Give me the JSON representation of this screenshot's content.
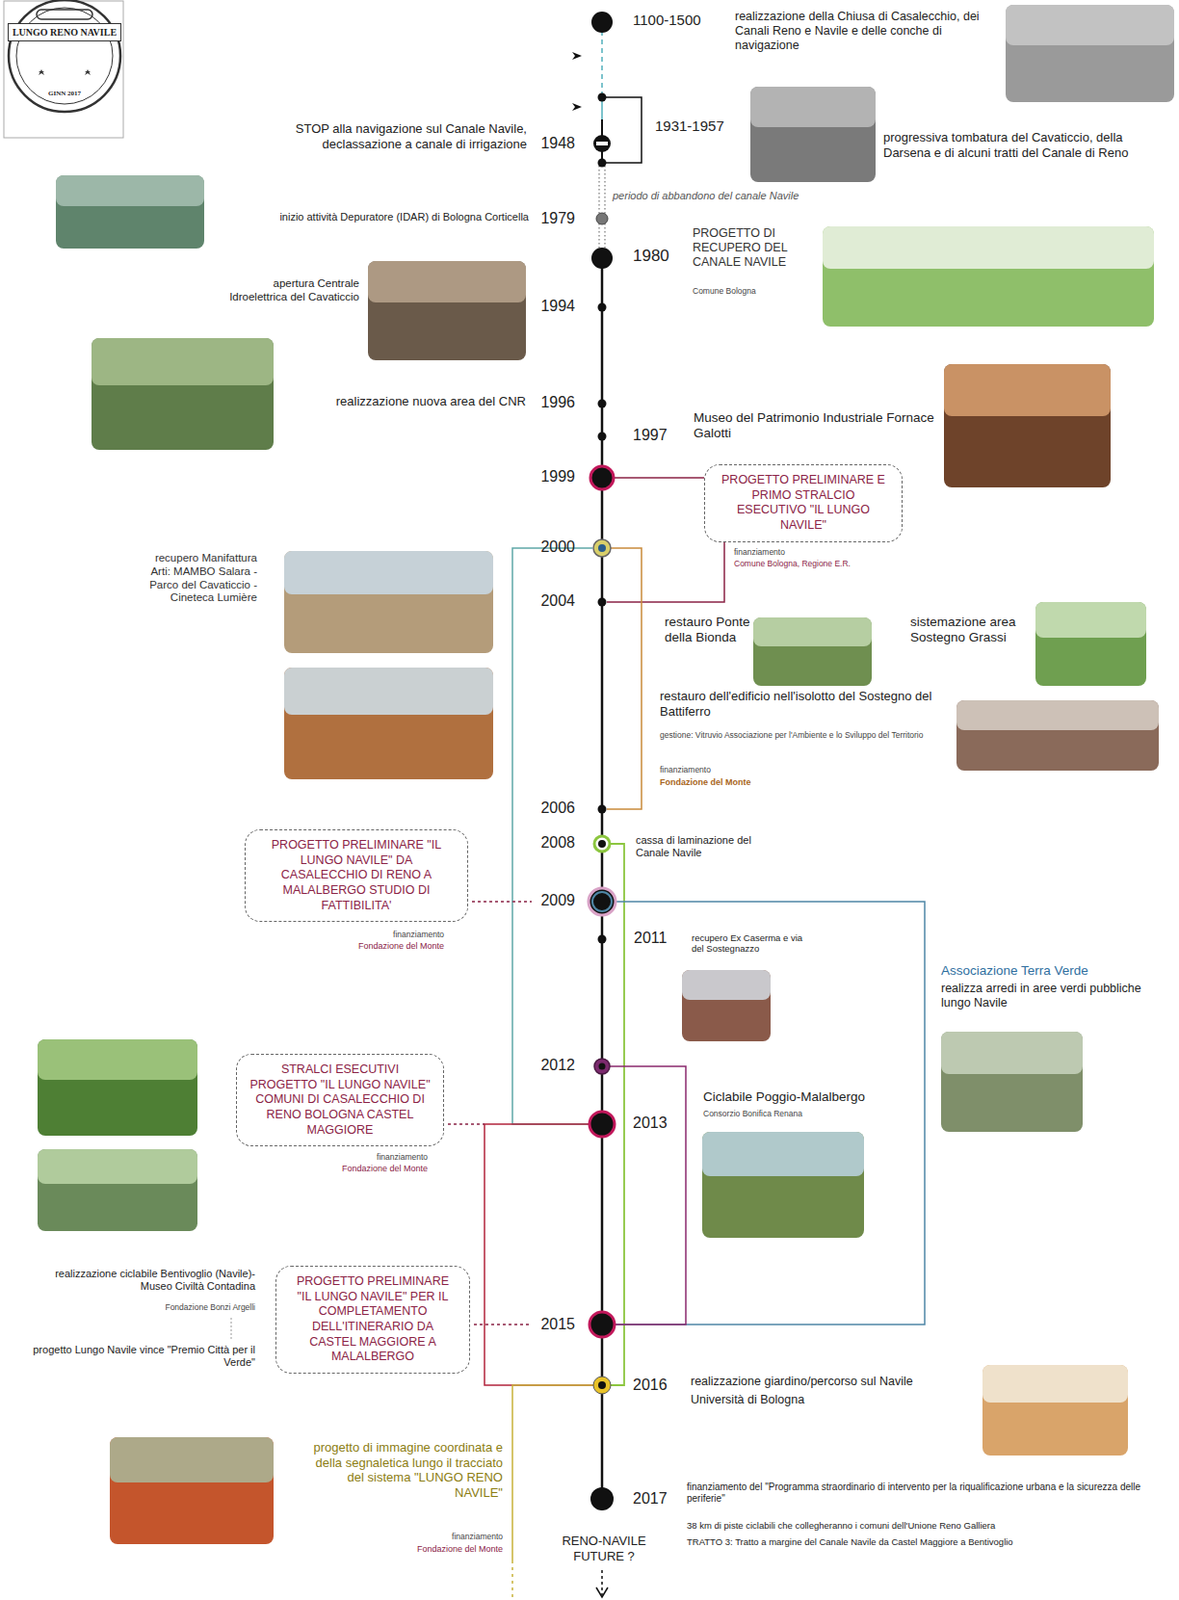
{
  "diagram": {
    "nodes": [
      {
        "text": [
          "LUNGO RENO NAVILE",
          "GINN 2017"
        ]
      },
      {
        "text": [
          "PROGETTO PRELIMINARE E PRIMO STRALCIO ESECUTIVO \"IL LUNGO NAVILE\""
        ]
      },
      {
        "text": [
          "PROGETTO PRELIMINARE \"IL LUNGO NAVILE\" DA CASALECCHIO DI RENO A MALALBERGO STUDIO DI FATTIBILITA'"
        ]
      },
      {
        "text": [
          "STRALCI ESECUTIVI PROGETTO \"IL LUNGO NAVILE\" COMUNI DI CASALECCHIO DI RENO BOLOGNA CASTEL MAGGIORE"
        ]
      },
      {
        "text": [
          "PROGETTO PRELIMINARE \"IL LUNGO NAVILE\" PER IL COMPLETAMENTO DELL'ITINERARIO DA CASTEL MAGGIORE A MALALBERGO"
        ]
      }
    ],
    "labels": [
      "1100-1500",
      "realizzazione della Chiusa di Casalecchio, dei Canali Reno e Navile e delle conche di navigazione",
      "1931-1957",
      "STOP alla navigazione sul Canale Navile, declassazione a canale di irrigazione",
      "1948",
      "progressiva tombatura del Cavaticcio, della Darsena e di alcuni tratti del Canale di Reno",
      "periodo di abbandono del canale Navile",
      "inizio attività Depuratore (IDAR) di Bologna Corticella",
      "1979",
      "1980",
      "PROGETTO DI RECUPERO DEL CANALE NAVILE",
      "Comune Bologna",
      "apertura Centrale Idroelettrica del Cavaticcio",
      "1994",
      "realizzazione nuova area del CNR",
      "1996",
      "1997",
      "Museo del Patrimonio Industriale Fornace Galotti",
      "1999",
      "finanziamento",
      "Comune Bologna, Regione E.R.",
      "2000",
      "recupero Manifattura Arti: MAMBO Salara - Parco del Cavaticcio - Cineteca Lumière",
      "2004",
      "restauro Ponte della Bionda",
      "sistemazione area Sostegno Grassi",
      "restauro dell'edificio nell'isolotto del Sostegno del Battiferro",
      "gestione: Vitruvio Associazione per l'Ambiente e lo Sviluppo del Territorio",
      "finanziamento",
      "Fondazione del Monte",
      "2006",
      "2008",
      "cassa di laminazione del Canale Navile",
      "2009",
      "finanziamento",
      "Fondazione del Monte",
      "2011",
      "recupero Ex Caserma e via del Sostegnazzo",
      "Associazione Terra Verde",
      "realizza arredi in aree verdi pubbliche lungo Navile",
      "2012",
      "2013",
      "Ciclabile Poggio-Malalbergo",
      "Consorzio Bonifica Renana",
      "finanziamento",
      "Fondazione del Monte",
      "realizzazione ciclabile Bentivoglio (Navile)-Museo Civiltà Contadina",
      "Fondazione Bonzi Argelli",
      "progetto Lungo Navile vince \"Premio Città per il Verde\"",
      "2015",
      "2016",
      "realizzazione giardino/percorso sul Navile",
      "Università di Bologna",
      "progetto di immagine coordinata e della segnaletica lungo il tracciato del sistema \"LUNGO RENO NAVILE\"",
      "finanziamento",
      "Fondazione del Monte",
      "2017",
      "finanziamento del \"Programma straordinario di intervento per la riqualificazione urbana e la sicurezza delle periferie\"",
      "38 km di piste ciclabili che collegheranno i comuni dell'Unione Reno Galliera",
      "TRATTO 3: Tratto a margine del Canale Navile da Castel Maggiore a Bentivoglio",
      "RENO-NAVILE FUTURE ?"
    ]
  }
}
